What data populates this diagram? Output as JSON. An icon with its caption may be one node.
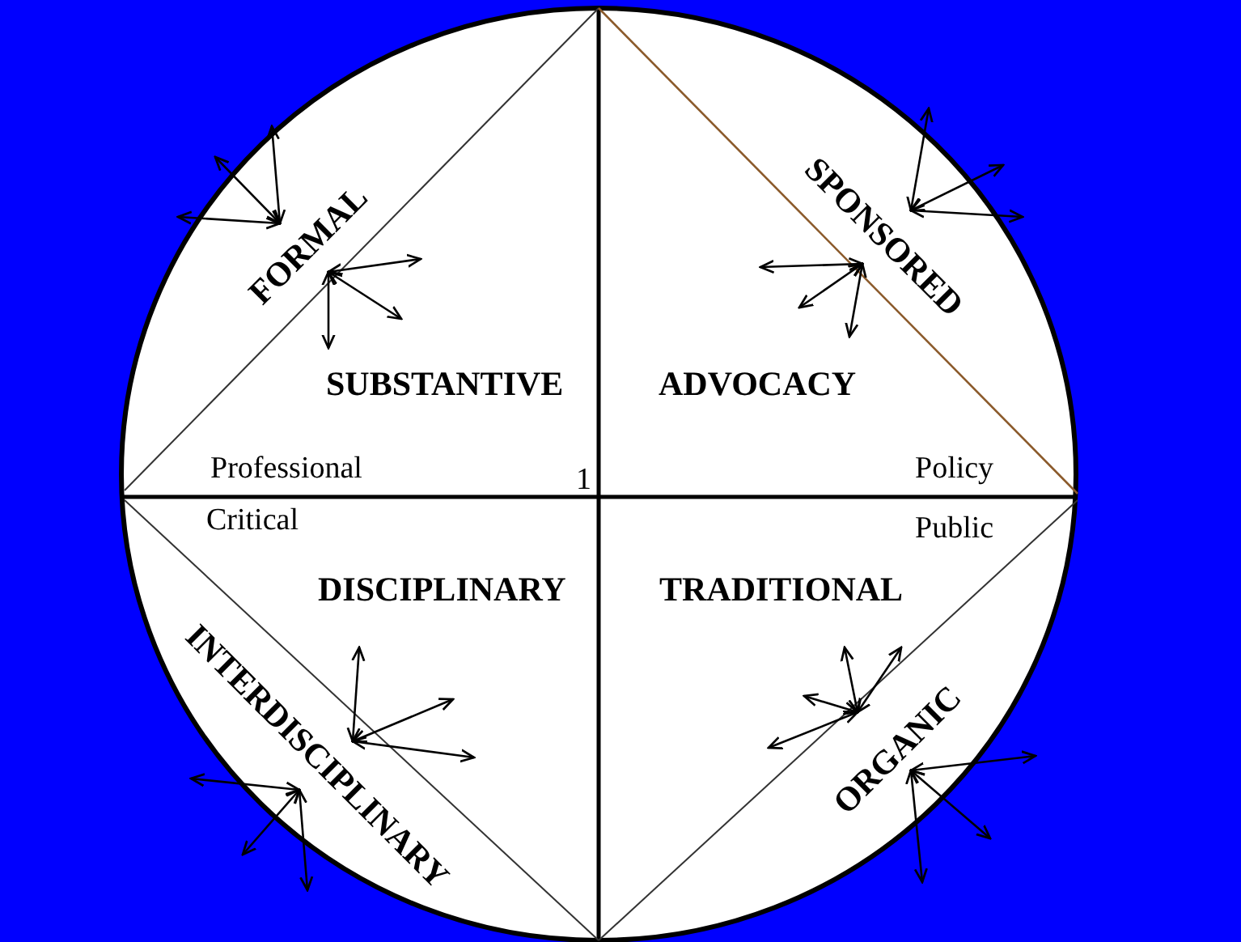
{
  "diagram": {
    "labels": [
      "FORMAL",
      "SPONSORED",
      "SUBSTANTIVE",
      "ADVOCACY",
      "Professional",
      "Policy",
      "1",
      "Critical",
      "Public",
      "DISCIPLINARY",
      "TRADITIONAL",
      "INTERDISCIPLINARY",
      "ORGANIC"
    ]
  }
}
